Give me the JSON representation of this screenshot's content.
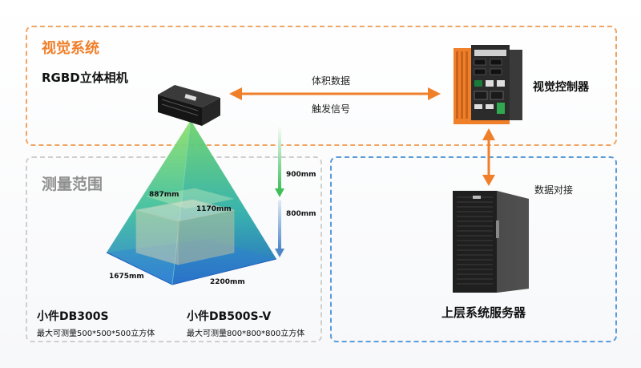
{
  "vision_system": {
    "title": "视觉系统",
    "camera_label": "RGBD立体相机",
    "controller_label": "视觉控制器",
    "arrow_top_label": "体积数据",
    "arrow_bottom_label": "触发信号"
  },
  "measurement": {
    "title": "测量范围",
    "dim_887": "887mm",
    "dim_1170": "1170mm",
    "dim_1675": "1675mm",
    "dim_2200": "2200mm",
    "dim_900": "900mm",
    "dim_800": "800mm"
  },
  "products": [
    {
      "name": "小件DB300S",
      "desc": "最大可测量500*500*500立方体"
    },
    {
      "name": "小件DB500S-V",
      "desc": "最大可测量800*800*800立方体"
    }
  ],
  "server": {
    "label": "上层系统服务器",
    "link_label": "数据对接"
  },
  "colors": {
    "orange": "#f07f2a",
    "blue": "#5b9bd8",
    "green": "#3fbf5a"
  }
}
